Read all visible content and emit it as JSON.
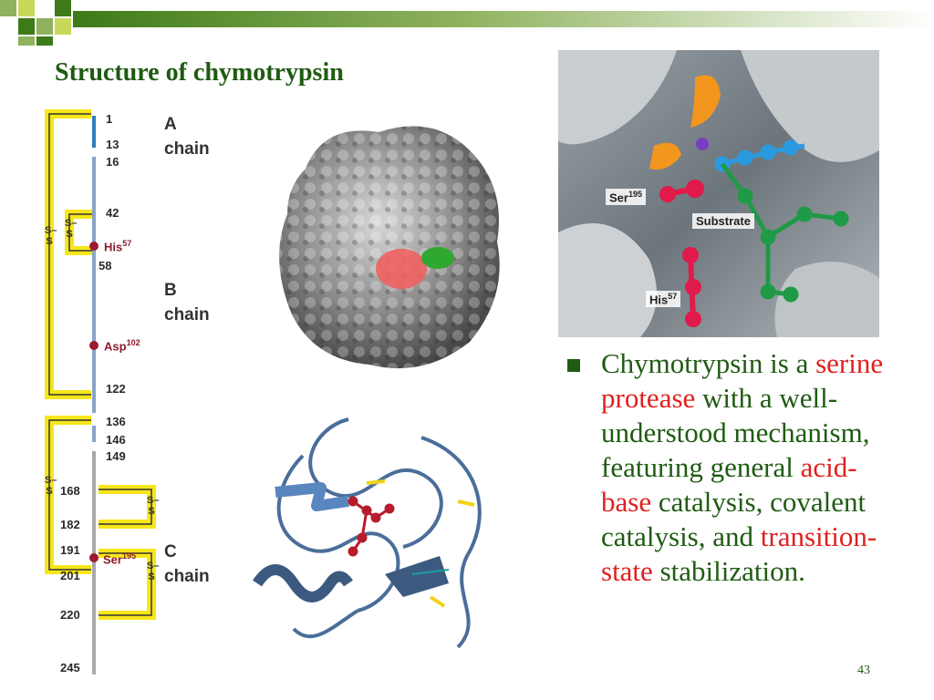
{
  "slide": {
    "title": "Structure of chymotrypsin",
    "page_number": "43"
  },
  "diagram": {
    "residues": {
      "r1": "1",
      "r13": "13",
      "r16": "16",
      "r42": "42",
      "r58": "58",
      "r122": "122",
      "r136": "136",
      "r146": "146",
      "r149": "149",
      "r168": "168",
      "r182": "182",
      "r191": "191",
      "r201": "201",
      "r220": "220",
      "r245": "245"
    },
    "active_site": {
      "his_name": "His",
      "his_num": "57",
      "asp_name": "Asp",
      "asp_num": "102",
      "ser_name": "Ser",
      "ser_num": "195"
    },
    "chains": {
      "a_letter": "A",
      "a_word": "chain",
      "b_letter": "B",
      "b_word": "chain",
      "c_letter": "C",
      "c_word": "chain"
    },
    "disulfide": "S–S"
  },
  "photo": {
    "ser_label": "Ser",
    "ser_num": "195",
    "substrate_label": "Substrate",
    "his_label": "His",
    "his_num": "57"
  },
  "bullet": {
    "p1": "Chymotrypsin is a",
    "term1": "serine protease",
    "p2": " with a well-understood mechanism, featuring general",
    "term2": "acid-base",
    "p3": " catalysis, covalent catalysis, and",
    "term3": "transition-state",
    "p4": " stabilization."
  },
  "colors": {
    "title_green": "#1f5b12",
    "highlight_red": "#e02020",
    "bracket_yellow": "#f7e61a",
    "residue_red": "#8c1c2c"
  }
}
